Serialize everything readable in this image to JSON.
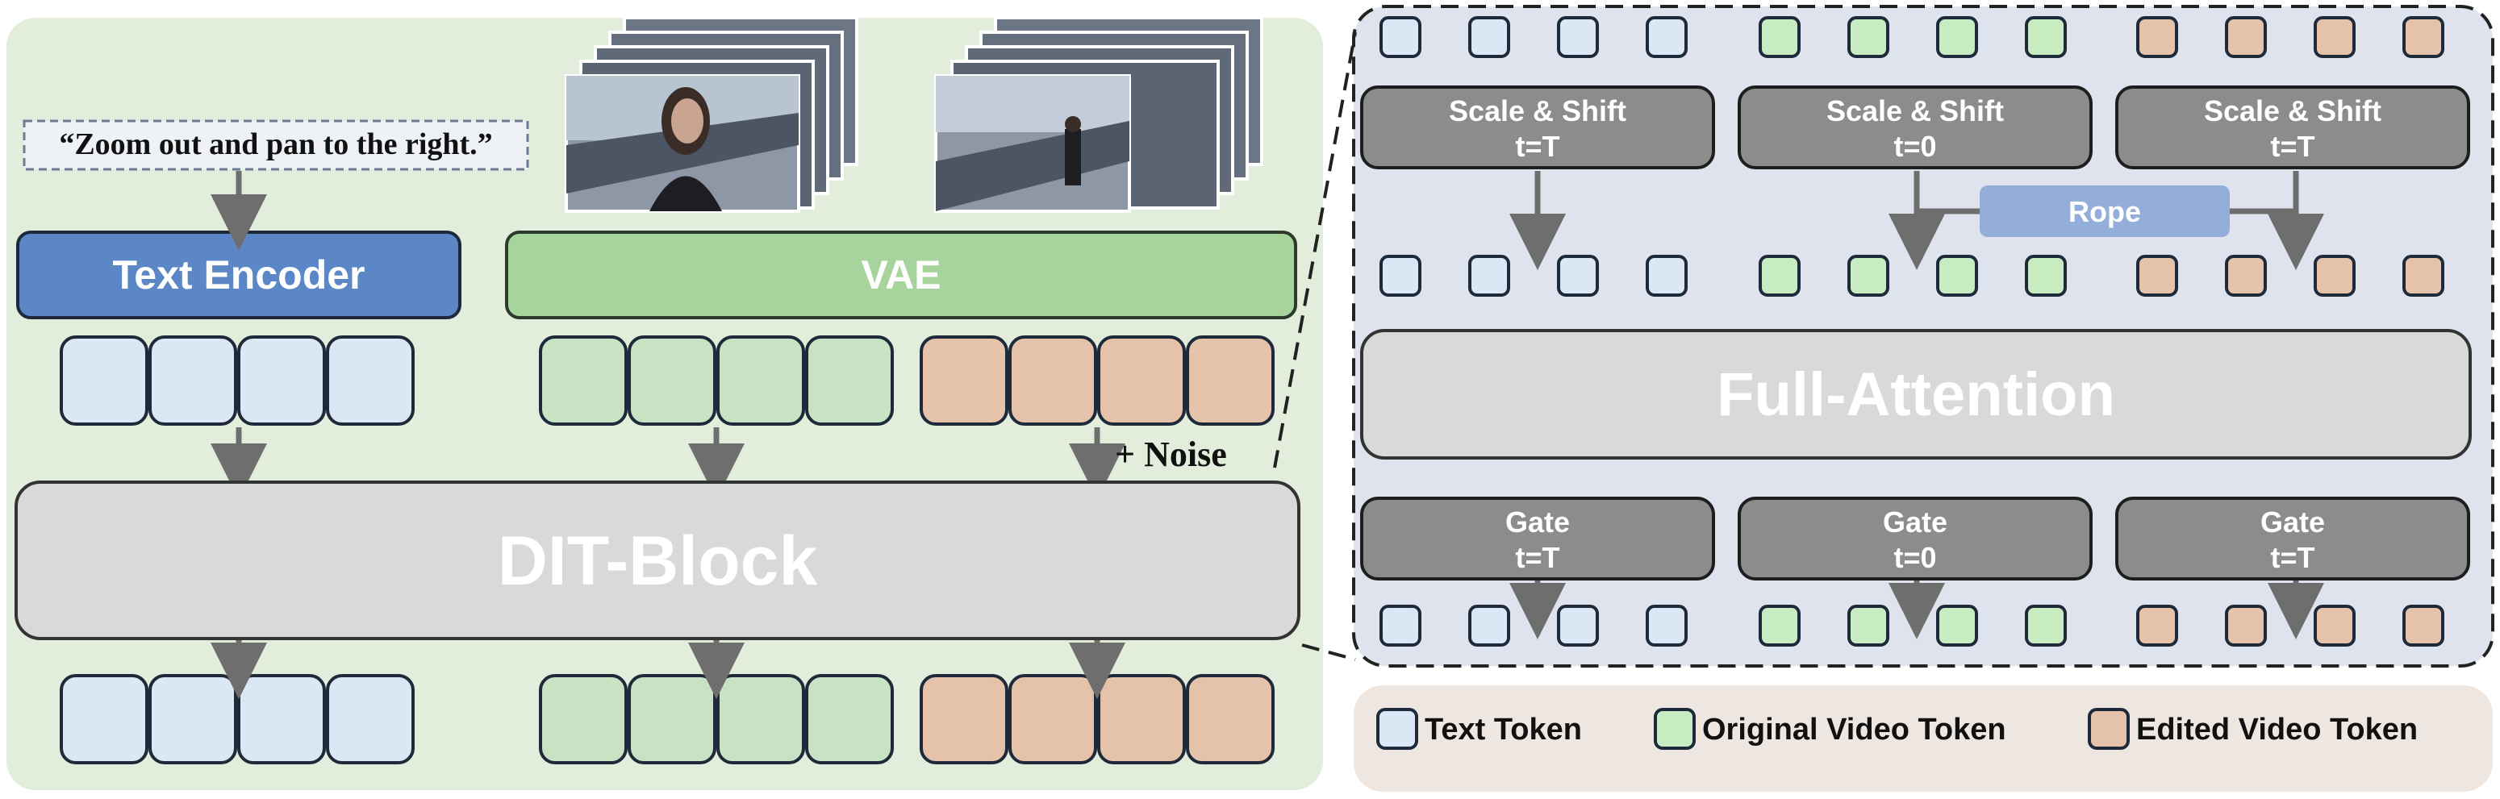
{
  "prompt": "“Zoom out and pan to the right.”",
  "text_encoder": "Text Encoder",
  "vae": "VAE",
  "noise": "+ Noise",
  "dit_block": "DIT-Block",
  "full_attention": "Full-Attention",
  "rope": "Rope",
  "scale_shift": [
    {
      "title": "Scale & Shift",
      "t": "t=T"
    },
    {
      "title": "Scale & Shift",
      "t": "t=0"
    },
    {
      "title": "Scale & Shift",
      "t": "t=T"
    }
  ],
  "gates": [
    {
      "title": "Gate",
      "t": "t=T"
    },
    {
      "title": "Gate",
      "t": "t=0"
    },
    {
      "title": "Gate",
      "t": "t=T"
    }
  ],
  "legend": {
    "text_token": "Text Token",
    "original_video_token": "Original Video Token",
    "edited_video_token": "Edited Video Token"
  },
  "colors": {
    "text_token": "#dce7f5",
    "original_token": "#c8e3c4",
    "edited_token": "#e5c3aa",
    "text_encoder": "#5b87c7",
    "vae": "#a6d49c",
    "dit_block": "#d9d9d9",
    "gray_box": "#8c8c8c",
    "rope": "#93aed9"
  }
}
